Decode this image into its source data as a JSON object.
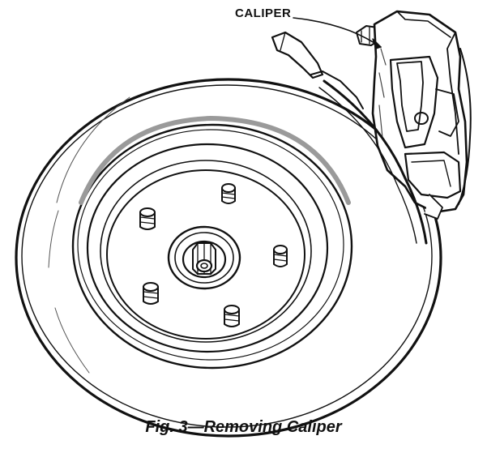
{
  "callout": {
    "label": "CALIPER"
  },
  "caption": {
    "text": "Fig. 3—Removing Caliper"
  },
  "colors": {
    "ink": "#111111",
    "paper": "#ffffff",
    "shade": "#9a9a9a"
  },
  "parts": {
    "rotor": "brake-rotor",
    "hub": "wheel-hub",
    "studs": [
      "wheel-stud",
      "wheel-stud",
      "wheel-stud",
      "wheel-stud",
      "wheel-stud"
    ],
    "caliper": "brake-caliper"
  }
}
